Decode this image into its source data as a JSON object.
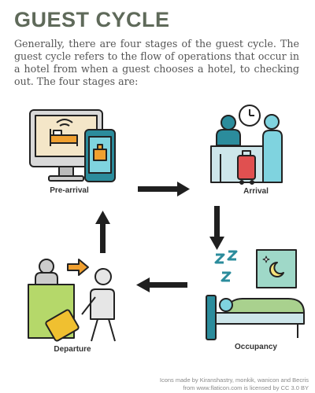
{
  "title": "GUEST CYCLE",
  "intro": "Generally, there are four stages of the guest cycle. The guest cycle refers to the flow of operations that occur in a hotel from when a guest chooses a hotel, to checking out. The four stages are:",
  "stages": [
    {
      "label": "Pre-arrival",
      "icon": "computer-phone-booking-icon"
    },
    {
      "label": "Arrival",
      "icon": "reception-clock-luggage-icon"
    },
    {
      "label": "Occupancy",
      "icon": "bed-night-window-icon"
    },
    {
      "label": "Departure",
      "icon": "guest-leaving-with-suitcase-icon"
    }
  ],
  "credits": {
    "line1": "Icons made by Kiranshastry, monkik, wanicon and Becris",
    "line2": "from www.flaticon.com is licensed by CC 3.0 BY"
  },
  "colors": {
    "title": "#5f6a5a",
    "green_light": "#a9d18e",
    "green": "#7fc97f",
    "teal": "#2b8c9c",
    "orange": "#f0a030",
    "outline": "#222222"
  }
}
